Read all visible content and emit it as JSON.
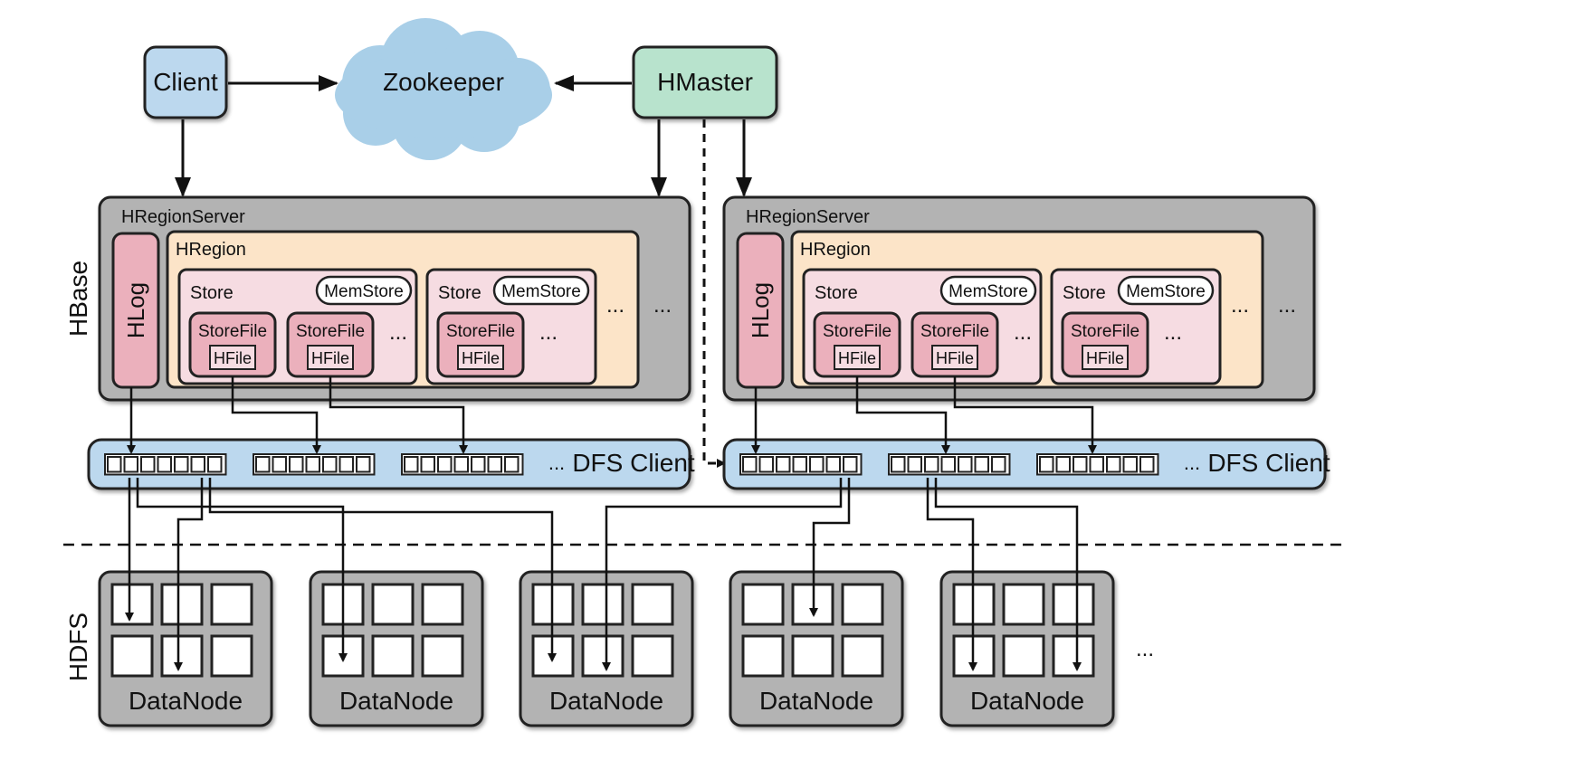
{
  "top": {
    "client": "Client",
    "zookeeper": "Zookeeper",
    "hmaster": "HMaster"
  },
  "layers": {
    "hbase": "HBase",
    "hdfs": "HDFS"
  },
  "servers": [
    {
      "title": "HRegionServer",
      "hlog": "HLog",
      "region_title": "HRegion",
      "stores": [
        {
          "label": "Store",
          "memstore": "MemStore",
          "files": [
            {
              "storefile": "StoreFile",
              "hfile": "HFile"
            },
            {
              "storefile": "StoreFile",
              "hfile": "HFile"
            }
          ],
          "more": "..."
        },
        {
          "label": "Store",
          "memstore": "MemStore",
          "files": [
            {
              "storefile": "StoreFile",
              "hfile": "HFile"
            }
          ],
          "more": "..."
        }
      ],
      "region_more": "...",
      "server_more": "...",
      "dfs_more": "...",
      "dfs_label": "DFS Client"
    },
    {
      "title": "HRegionServer",
      "hlog": "HLog",
      "region_title": "HRegion",
      "stores": [
        {
          "label": "Store",
          "memstore": "MemStore",
          "files": [
            {
              "storefile": "StoreFile",
              "hfile": "HFile"
            },
            {
              "storefile": "StoreFile",
              "hfile": "HFile"
            }
          ],
          "more": "..."
        },
        {
          "label": "Store",
          "memstore": "MemStore",
          "files": [
            {
              "storefile": "StoreFile",
              "hfile": "HFile"
            }
          ],
          "more": "..."
        }
      ],
      "region_more": "...",
      "server_more": "...",
      "dfs_more": "...",
      "dfs_label": "DFS Client"
    }
  ],
  "datanodes": [
    {
      "label": "DataNode"
    },
    {
      "label": "DataNode"
    },
    {
      "label": "DataNode"
    },
    {
      "label": "DataNode"
    },
    {
      "label": "DataNode"
    }
  ],
  "datanodes_more": "...",
  "colors": {
    "client": "#bcd8ee",
    "hmaster": "#b8e3cd",
    "cloud": "#a9cfe8",
    "server": "#b3b3b3",
    "region": "#fce4c8",
    "store": "#f6dce2",
    "hlog": "#ebb0bc",
    "storefile": "#ebb0bc",
    "dfs": "#bcd8ee",
    "datanode": "#b3b3b3",
    "stroke": "#222222"
  }
}
